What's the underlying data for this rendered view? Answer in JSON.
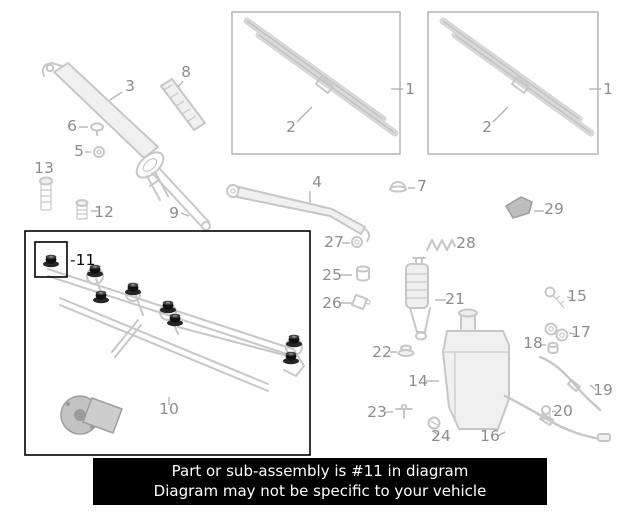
{
  "banner": {
    "line1": "Part or sub-assembly is #11 in diagram",
    "line2": "Diagram may not be specific to your vehicle",
    "bg_color": "#000000",
    "text_color": "#ffffff"
  },
  "colors": {
    "diagram_art": "#c7c7c7",
    "label_text": "#8d8d8d",
    "highlight_part": "#111111",
    "highlight_box_border": "#000000"
  },
  "highlighted_part": "-11",
  "labels": {
    "blade_box_a_1": "1",
    "blade_box_a_2": "2",
    "blade_box_b_1": "1",
    "blade_box_b_2": "2",
    "arm_3": "3",
    "arm_4": "4",
    "nut_5": "5",
    "cap_6": "6",
    "cap_7": "7",
    "insert_8": "8",
    "link_9": "9",
    "frame_10": "10",
    "grommet_11": "-11",
    "bolt_12": "12",
    "bolt_13": "13",
    "reservoir_14": "14",
    "screw_15": "15",
    "hose_16": "16",
    "washer_17": "17",
    "bushing_18": "18",
    "hose_19": "19",
    "fitting_20": "20",
    "pump_21": "21",
    "grommet_22": "22",
    "nozzle_23": "23",
    "valve_24": "24",
    "cap_25": "25",
    "elbow_26": "26",
    "grommet_27": "27",
    "clip_28": "28",
    "cover_29": "29"
  }
}
